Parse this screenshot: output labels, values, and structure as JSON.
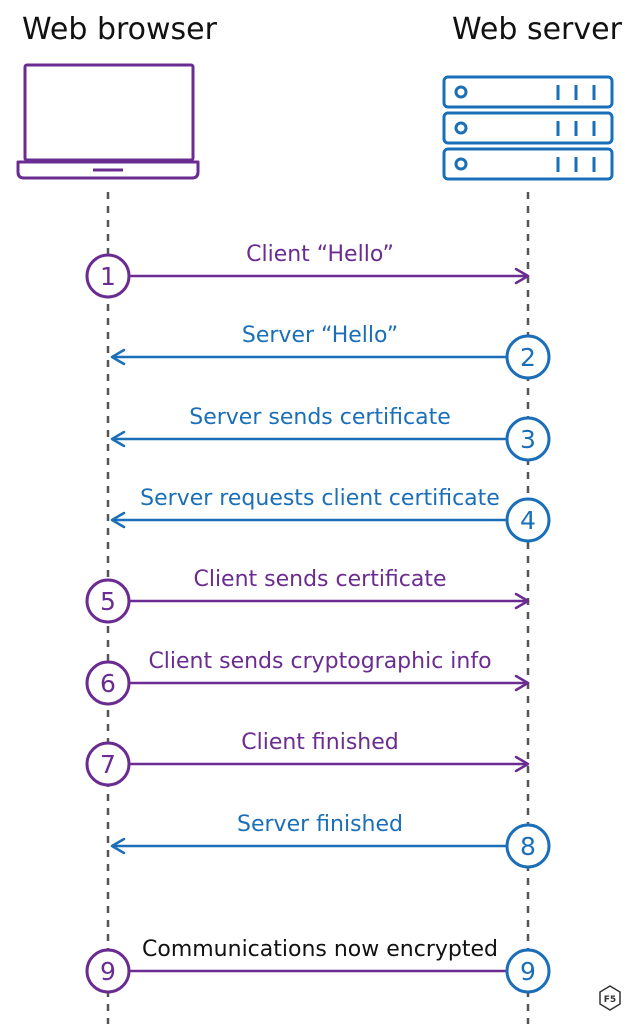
{
  "actors": {
    "browser": "Web browser",
    "server": "Web server"
  },
  "colors": {
    "client": "#6b2c91",
    "server": "#1a6fb8",
    "black": "#111111",
    "lifeline": "#555555"
  },
  "steps": [
    {
      "num": "1",
      "label": "Client “Hello”",
      "from": "client"
    },
    {
      "num": "2",
      "label": "Server “Hello”",
      "from": "server"
    },
    {
      "num": "3",
      "label": "Server sends certificate",
      "from": "server"
    },
    {
      "num": "4",
      "label": "Server requests client certificate",
      "from": "server"
    },
    {
      "num": "5",
      "label": "Client sends certificate",
      "from": "client"
    },
    {
      "num": "6",
      "label": "Client sends cryptographic info",
      "from": "client"
    },
    {
      "num": "7",
      "label": "Client finished",
      "from": "client"
    },
    {
      "num": "8",
      "label": "Server finished",
      "from": "server"
    },
    {
      "num": "9",
      "label": "Communications now encrypted",
      "from": "both"
    }
  ],
  "logo": "F5"
}
